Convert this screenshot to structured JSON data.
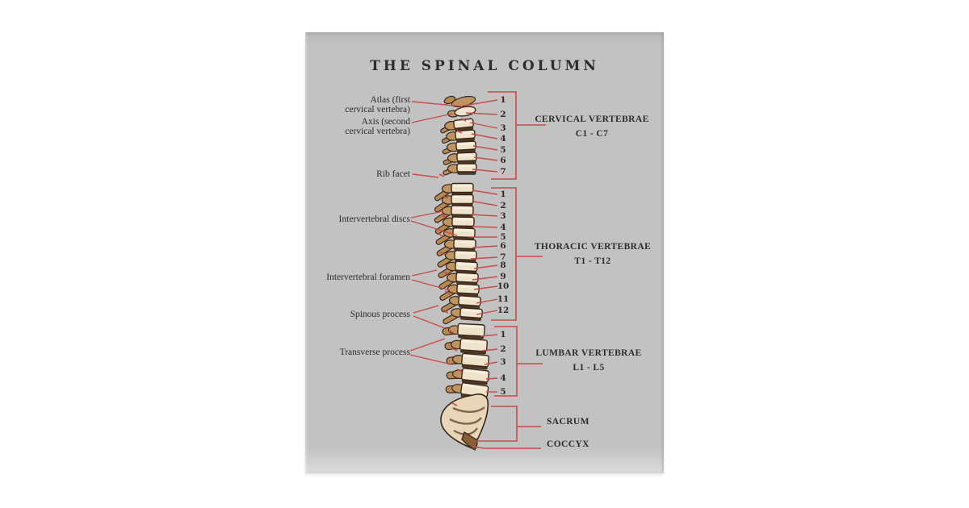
{
  "poster": {
    "title": "THE SPINAL COLUMN"
  },
  "left_labels": [
    {
      "id": "atlas",
      "line1": "Atlas (first",
      "line2": "cervical vertebra)"
    },
    {
      "id": "axis",
      "line1": "Axis (second",
      "line2": "cervical vertebra)"
    },
    {
      "id": "rib-facet",
      "line1": "Rib facet"
    },
    {
      "id": "intervertebral-discs",
      "line1": "Intervertebral discs"
    },
    {
      "id": "intervertebral-foramen",
      "line1": "Intervertebral foramen"
    },
    {
      "id": "spinous-process",
      "line1": "Spinous process"
    },
    {
      "id": "transverse-process",
      "line1": "Transverse process"
    }
  ],
  "sections": {
    "cervical": {
      "title": "CERVICAL VERTEBRAE",
      "range": "C1 - C7",
      "numbers": [
        "1",
        "2",
        "3",
        "4",
        "5",
        "6",
        "7"
      ]
    },
    "thoracic": {
      "title": "THORACIC VERTEBRAE",
      "range": "T1 - T12",
      "numbers": [
        "1",
        "2",
        "3",
        "4",
        "5",
        "6",
        "7",
        "8",
        "9",
        "10",
        "11",
        "12"
      ]
    },
    "lumbar": {
      "title": "LUMBAR VERTEBRAE",
      "range": "L1 - L5",
      "numbers": [
        "1",
        "2",
        "3",
        "4",
        "5"
      ]
    },
    "sacrum": {
      "label": "SACRUM"
    },
    "coccyx": {
      "label": "COCCYX"
    }
  },
  "colors": {
    "accent_red": "#c84b4a",
    "text": "#2e2c2b",
    "poster_bg": "#c2c2c2",
    "background": "#ffffff",
    "bone_light": "#efe3cb",
    "bone_tan": "#c0945f",
    "bone_dark": "#8a5f38",
    "outline": "#38271a"
  }
}
